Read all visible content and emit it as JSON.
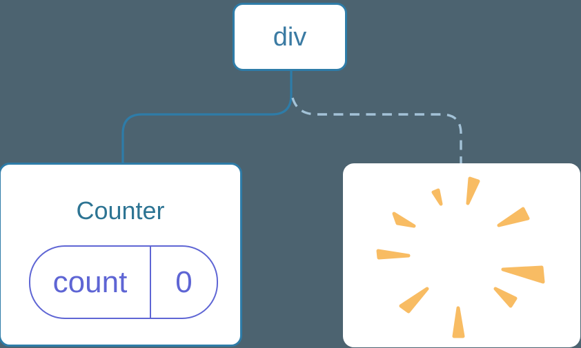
{
  "colors": {
    "background": "#4C6370",
    "card": "#FFFFFF",
    "tree-line": "#2E7CA8",
    "tree-line-dashed": "#A3C2D7",
    "root-label": "#3B7BA3",
    "component-title": "#2D7493",
    "state-accent": "#5E65D4",
    "poof-spark": "#F8BC63"
  },
  "diagram": {
    "root": {
      "label": "div"
    },
    "counter": {
      "title": "Counter",
      "state": {
        "key": "count",
        "value": "0"
      }
    },
    "removed": {
      "icon": "poof-sparkle"
    },
    "connectors": [
      {
        "from": "div",
        "to": "Counter",
        "style": "solid"
      },
      {
        "from": "div",
        "to": "removed-node",
        "style": "dashed"
      }
    ]
  }
}
